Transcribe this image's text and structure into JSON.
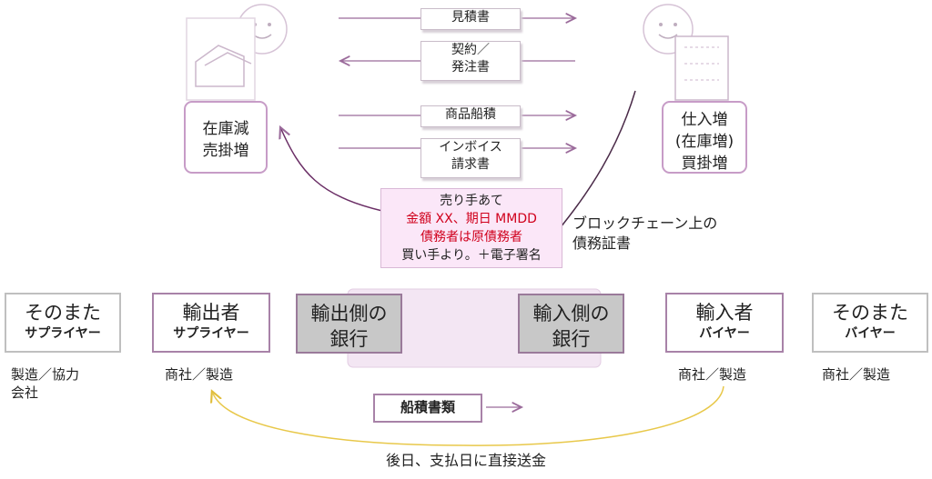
{
  "documents": {
    "quote": "見積書",
    "contract_1": "契約／",
    "contract_2": "発注書",
    "shipment": "商品船積",
    "invoice_1": "インボイス",
    "invoice_2": "請求書"
  },
  "seller_side": {
    "line1": "在庫減",
    "line2": "売掛増"
  },
  "buyer_side": {
    "line1": "仕入増",
    "line2": "(在庫増)",
    "line3": "買掛増"
  },
  "note": {
    "line1": "売り手あて",
    "line2": "金額 XX、期日 MMDD",
    "line3": "債務者は原債務者",
    "line4": "買い手より。＋電子署名"
  },
  "blockchain_label": {
    "line1": "ブロックチェーン上の",
    "line2": "債務証書"
  },
  "entities": {
    "other_supplier": {
      "title": "そのまた",
      "sub": "サプライヤー",
      "caption1": "製造／協力",
      "caption2": "会社"
    },
    "exporter": {
      "title": "輸出者",
      "sub": "サプライヤー",
      "caption": "商社／製造"
    },
    "export_bank": {
      "line1": "輸出側の",
      "line2": "銀行"
    },
    "import_bank": {
      "line1": "輸入側の",
      "line2": "銀行"
    },
    "importer": {
      "title": "輸入者",
      "sub": "バイヤー",
      "caption": "商社／製造"
    },
    "other_buyer": {
      "title": "そのまた",
      "sub": "バイヤー",
      "caption": "商社／製造"
    }
  },
  "shipping_docs": "船積書類",
  "footer": "後日、支払日に直接送金",
  "colors": {
    "accent": "#a882a8",
    "arrow": "#9b6b9b",
    "curve": "#e8c84a",
    "note_red": "#d0001c"
  }
}
